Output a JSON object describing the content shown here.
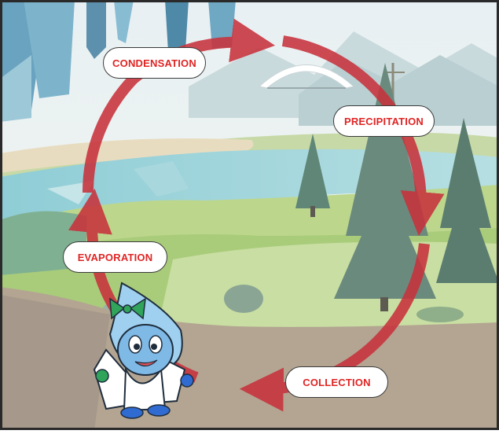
{
  "diagram": {
    "stages": [
      {
        "id": "condensation",
        "label": "CONDENSATION"
      },
      {
        "id": "precipitation",
        "label": "PRECIPITATION"
      },
      {
        "id": "collection",
        "label": "COLLECTION"
      },
      {
        "id": "evaporation",
        "label": "EVAPORATION"
      }
    ],
    "cycle_arrow_color": "#c8323c",
    "label_text_color": "#e02424"
  },
  "icons": [
    "water-drop-mascot-icon",
    "bow-icon",
    "city-skyline-icon",
    "bridge-icon",
    "pine-tree-icon",
    "mountain-icon",
    "river-icon",
    "rock-icon"
  ]
}
